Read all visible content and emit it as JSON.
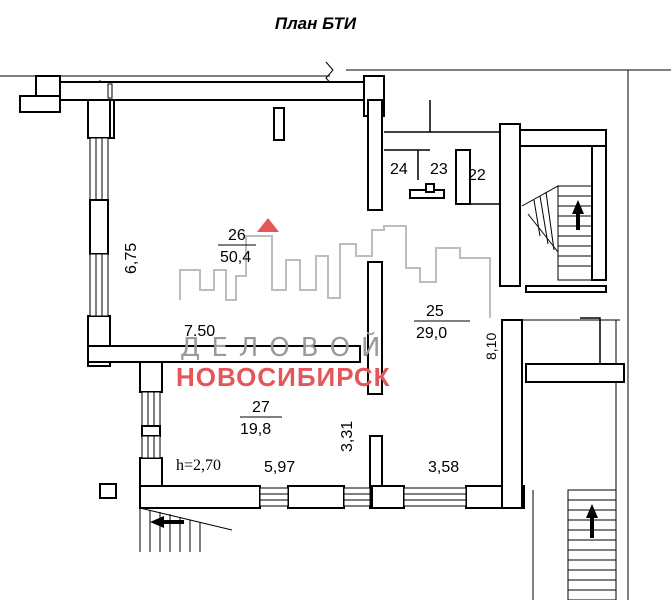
{
  "title": "План БТИ",
  "rooms": [
    {
      "number": "26",
      "area": "50,4"
    },
    {
      "number": "25",
      "area": "29,0"
    },
    {
      "number": "27",
      "area": "19,8"
    },
    {
      "number": "24"
    },
    {
      "number": "23"
    },
    {
      "number": "22"
    }
  ],
  "dimensions": {
    "d675": "6,75",
    "d750": "7.50",
    "d331": "3,31",
    "d597": "5,97",
    "d358": "3,58",
    "d810": "8,10"
  },
  "ceiling_height": "h=2,70",
  "watermark": {
    "line1": "ДЕЛОВОЙ",
    "line2": "НОВОСИБИРСК",
    "accent_color": "#e5565b",
    "gray_color": "#9a9a9a"
  }
}
